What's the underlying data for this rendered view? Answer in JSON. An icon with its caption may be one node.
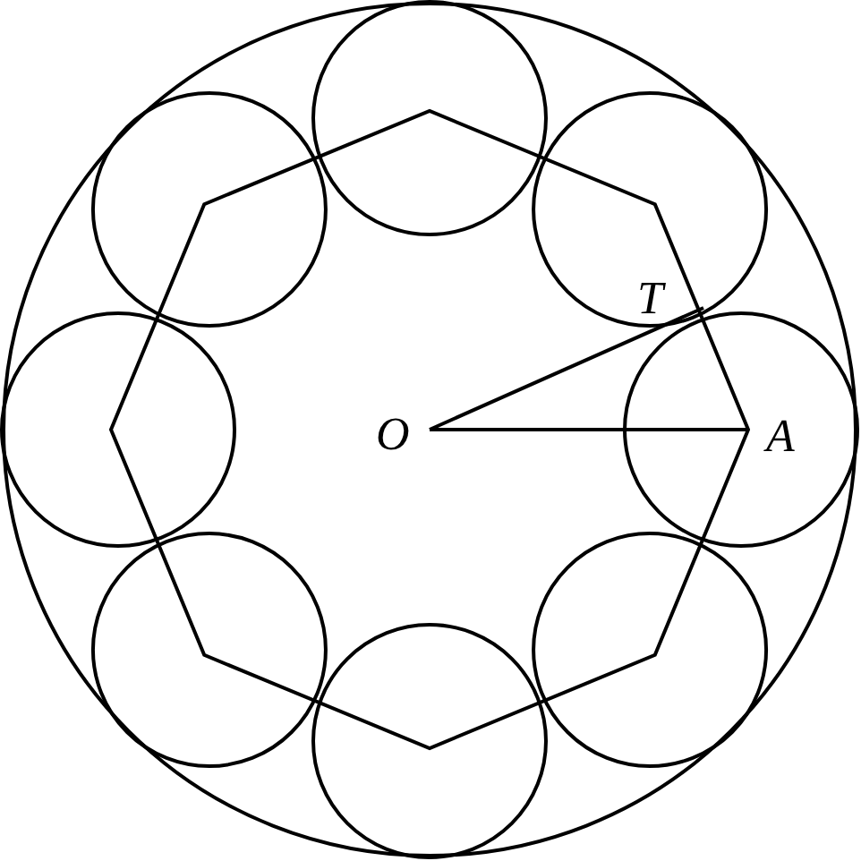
{
  "diagram": {
    "labels": [
      "T",
      "O",
      "A"
    ]
  }
}
